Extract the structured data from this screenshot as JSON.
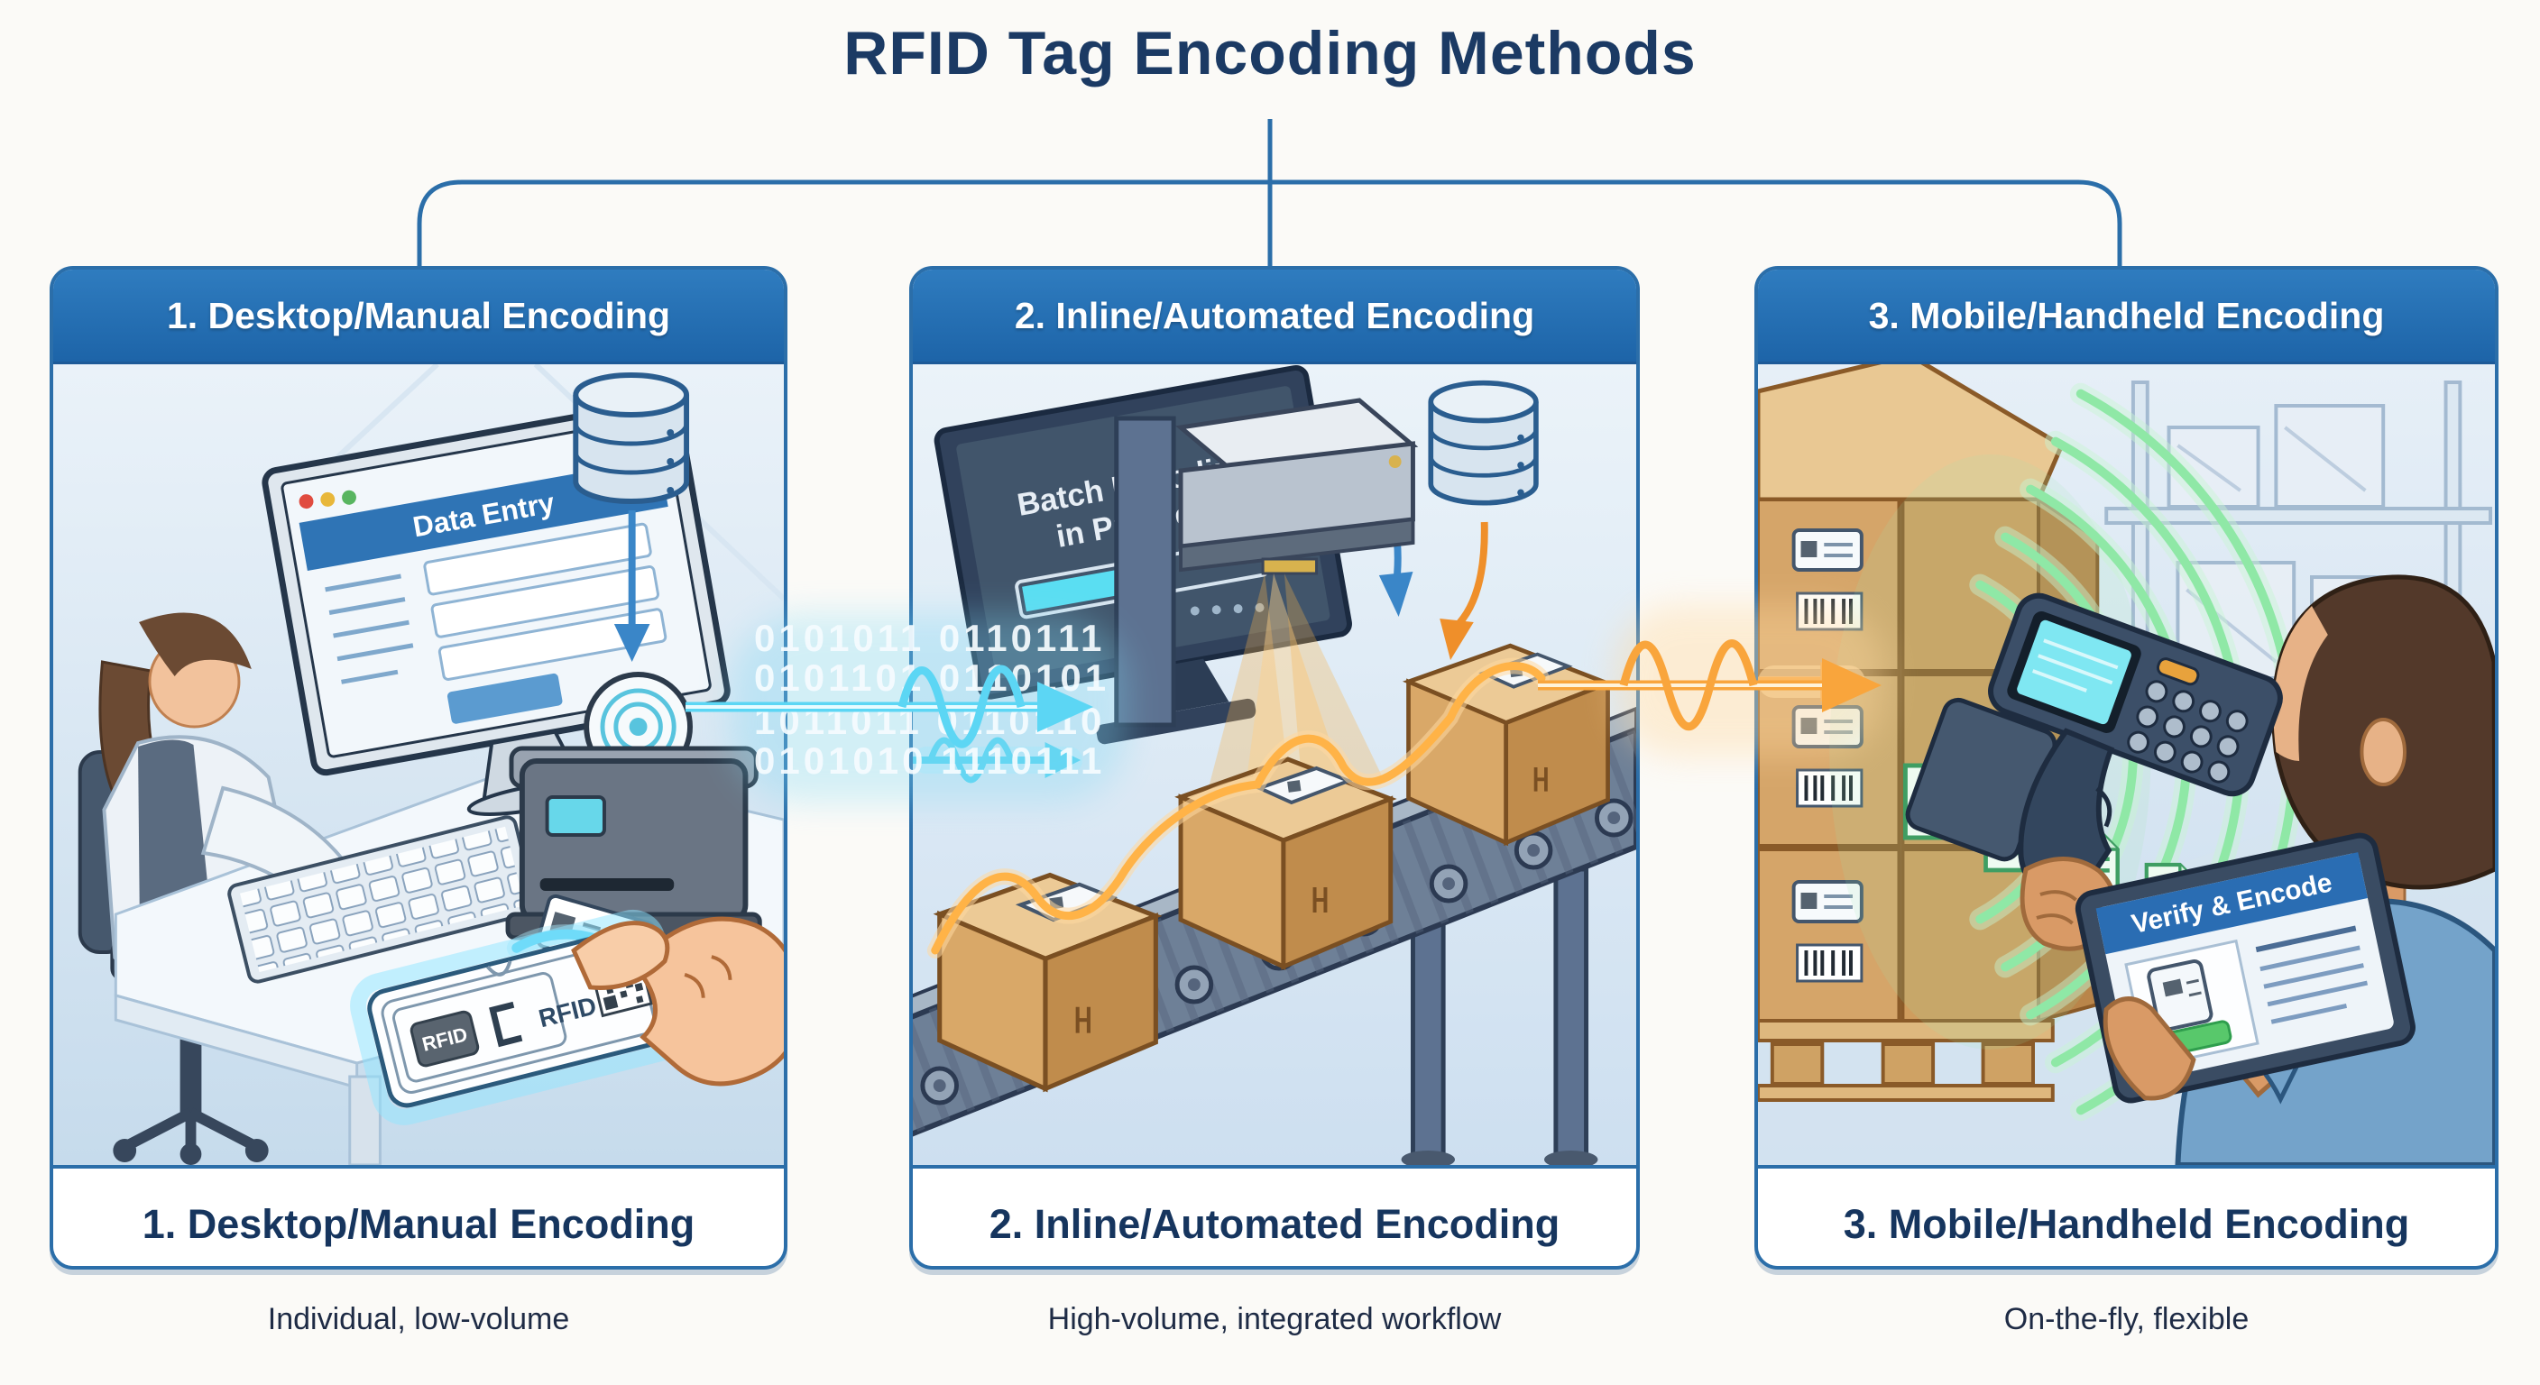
{
  "title": "RFID Tag Encoding Methods",
  "panels": [
    {
      "header": "1. Desktop/Manual Encoding",
      "footer_label": "1. Desktop/Manual Encoding",
      "caption": "Individual, low-volume",
      "art": {
        "monitor_title": "Data Entry",
        "tag_chip_label": "RFID",
        "tag_label": "RFID"
      }
    },
    {
      "header": "2. Inline/Automated Encoding",
      "footer_label": "2. Inline/Automated Encoding",
      "caption": "High-volume, integrated workflow",
      "art": {
        "monitor_title_line1": "Batch Encoding",
        "monitor_title_line2": "in Progress"
      }
    },
    {
      "header": "3. Mobile/Handheld Encoding",
      "footer_label": "3. Mobile/Handheld Encoding",
      "caption": "On-the-fly, flexible",
      "art": {
        "tablet_title": "Verify & Encode"
      }
    }
  ],
  "signal_flow": {
    "binary_lines": [
      "0101011 0110111",
      "0101101 0110101",
      "1011011 0110110",
      "0101010 1110111"
    ]
  },
  "colors": {
    "header_blue": "#2472b6",
    "panel_border": "#2b6ea9",
    "title_navy": "#1b3a64",
    "signal_cyan": "#5cd6f4",
    "signal_orange": "#f9a53c",
    "signal_green": "#7fdd9b"
  }
}
